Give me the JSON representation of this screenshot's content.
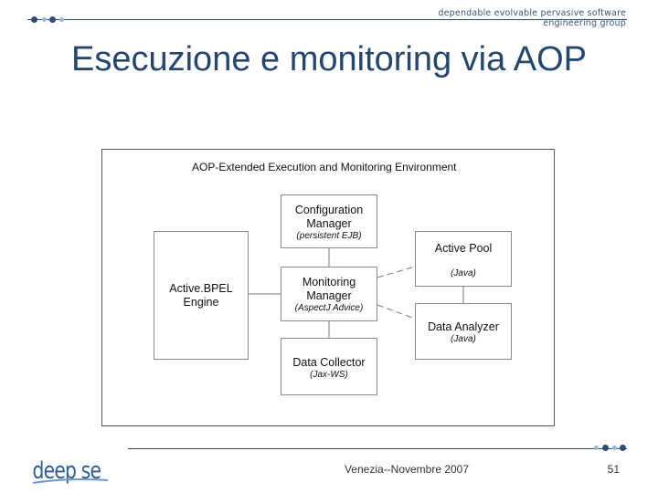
{
  "header": {
    "tagline": "dependable evolvable pervasive software engineering group",
    "title": "Esecuzione e monitoring via AOP"
  },
  "diagram": {
    "title": "AOP-Extended Execution and Monitoring Environment",
    "boxes": {
      "engine": {
        "main": "Active.BPEL Engine"
      },
      "configuration_manager": {
        "main": "Configuration Manager",
        "sub": "(persistent EJB)"
      },
      "monitoring_manager": {
        "main": "Monitoring Manager",
        "sub": "(AspectJ Advice)"
      },
      "data_collector": {
        "main": "Data Collector",
        "sub": "(Jax-WS)"
      },
      "active_pool": {
        "main": "Active Pool",
        "sub": "(Java)"
      },
      "data_analyzer": {
        "main": "Data Analyzer",
        "sub": "(Java)"
      }
    }
  },
  "footer": {
    "logo_text": "deep se",
    "center_text": "Venezia--Novembre 2007",
    "page_number": "51"
  },
  "colors": {
    "accent": "#24466f",
    "dot_dark": "#2f4d73",
    "dot_light": "#9ab7d6"
  }
}
